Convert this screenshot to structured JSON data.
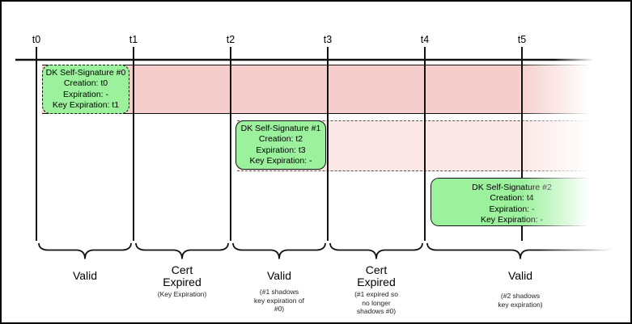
{
  "timeline": {
    "tick_labels": [
      "t0",
      "t1",
      "t2",
      "t3",
      "t4",
      "t5"
    ]
  },
  "signature_boxes": [
    {
      "lines": [
        "DK Self-Signature #0",
        "Creation: t0",
        "Expiration: -",
        "Key Expiration: t1"
      ]
    },
    {
      "lines": [
        "DK Self-Signature #1",
        "Creation: t2",
        "Expiration: t3",
        "Key Expiration: -"
      ]
    },
    {
      "lines": [
        "DK Self-Signature #2",
        "Creation: t4",
        "Expiration: -",
        "Key Expiration: -"
      ]
    }
  ],
  "periods": [
    {
      "name_lines": [
        "Valid"
      ],
      "note_lines": []
    },
    {
      "name_lines": [
        "Cert",
        "Expired"
      ],
      "note_lines": [
        "(Key Expiration)"
      ]
    },
    {
      "name_lines": [
        "Valid"
      ],
      "note_lines": [
        "(#1 shadows",
        "key expiration of",
        "#0)"
      ]
    },
    {
      "name_lines": [
        "Cert",
        "Expired"
      ],
      "note_lines": [
        "(#1 expired so",
        "no longer",
        "shadows #0)"
      ]
    },
    {
      "name_lines": [
        "Valid"
      ],
      "note_lines": [
        "(#2 shadows",
        "key expiration)"
      ]
    }
  ],
  "colors": {
    "band_strong": "#f5cdca",
    "band_faint": "#fbe7e5",
    "signature_green": "#9cf19d",
    "line_black": "#111111"
  }
}
